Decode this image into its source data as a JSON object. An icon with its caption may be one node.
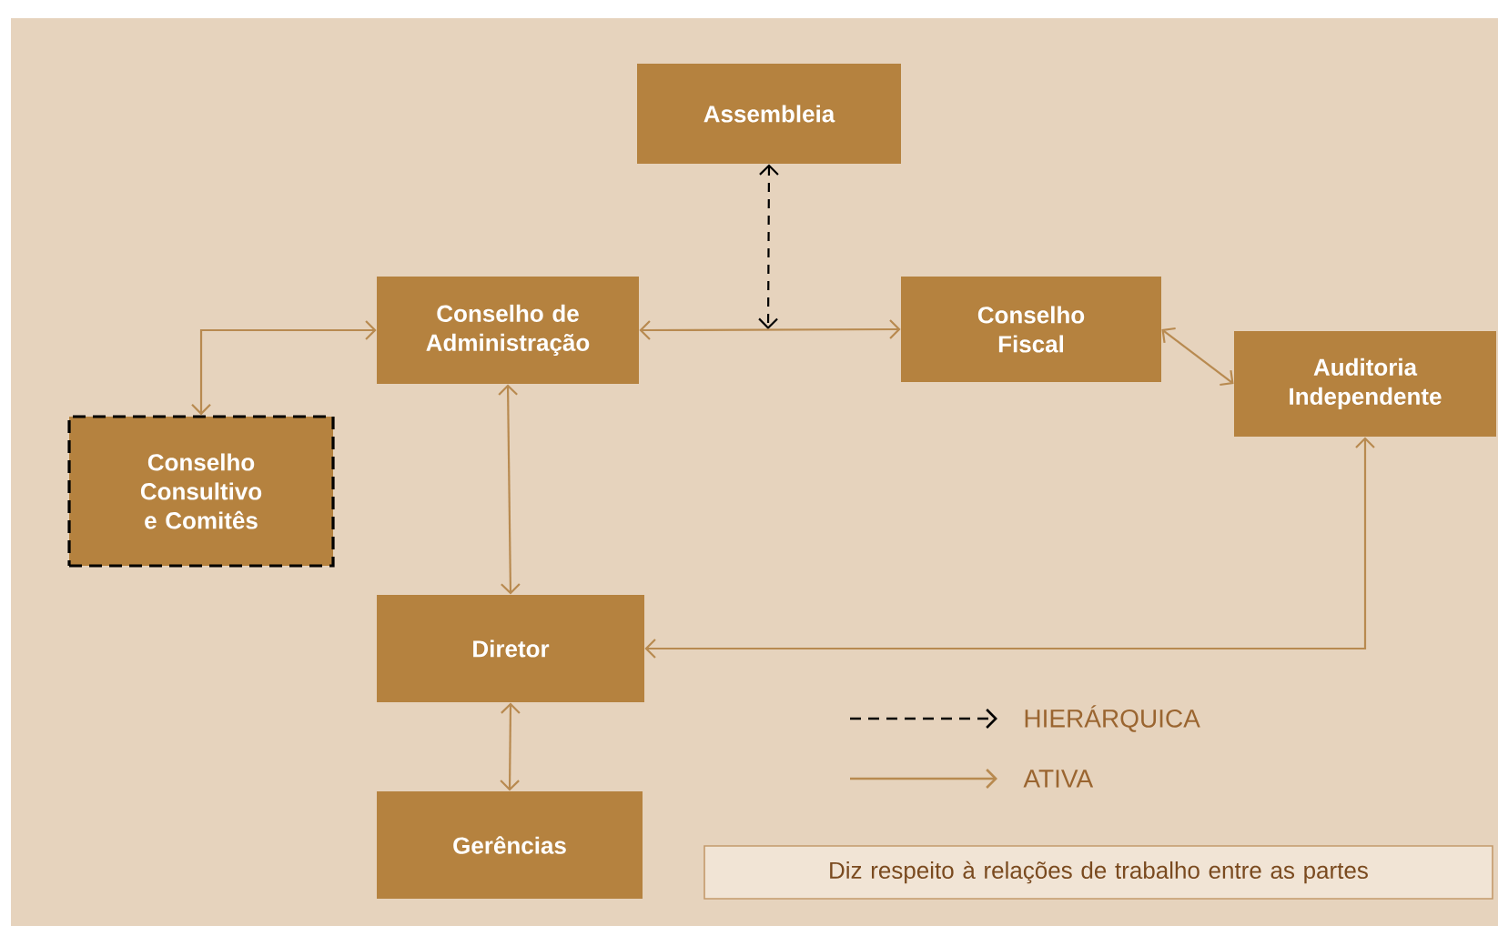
{
  "diagram": {
    "nodes": [
      {
        "text": [
          "Assembleia"
        ]
      },
      {
        "text": [
          "Conselho de Administração"
        ]
      },
      {
        "text": [
          "Conselho Fiscal"
        ]
      },
      {
        "text": [
          "Auditoria Independente"
        ]
      },
      {
        "text": [
          "Conselho Consultivo e Comitês"
        ]
      },
      {
        "text": [
          "Diretor"
        ]
      },
      {
        "text": [
          "Gerências"
        ]
      },
      {
        "text": [
          "Diz respeito à relações de trabalho entre as partes"
        ]
      }
    ],
    "edges": [
      {
        "from": 0,
        "to": null,
        "arrow": "both",
        "style": "dashed",
        "color": "#000000"
      },
      {
        "from": 1,
        "to": 2,
        "arrow": "both"
      },
      {
        "from": 1,
        "to": 4,
        "arrow": "both"
      },
      {
        "from": 1,
        "to": 5,
        "arrow": "both"
      },
      {
        "from": 2,
        "to": 3,
        "arrow": "both"
      },
      {
        "from": 5,
        "to": 3,
        "arrow": "both"
      },
      {
        "from": 5,
        "to": 6,
        "arrow": "both"
      }
    ],
    "legend": [
      {
        "text": "HIERÁRQUICA"
      },
      {
        "text": "ATIVA"
      }
    ]
  }
}
